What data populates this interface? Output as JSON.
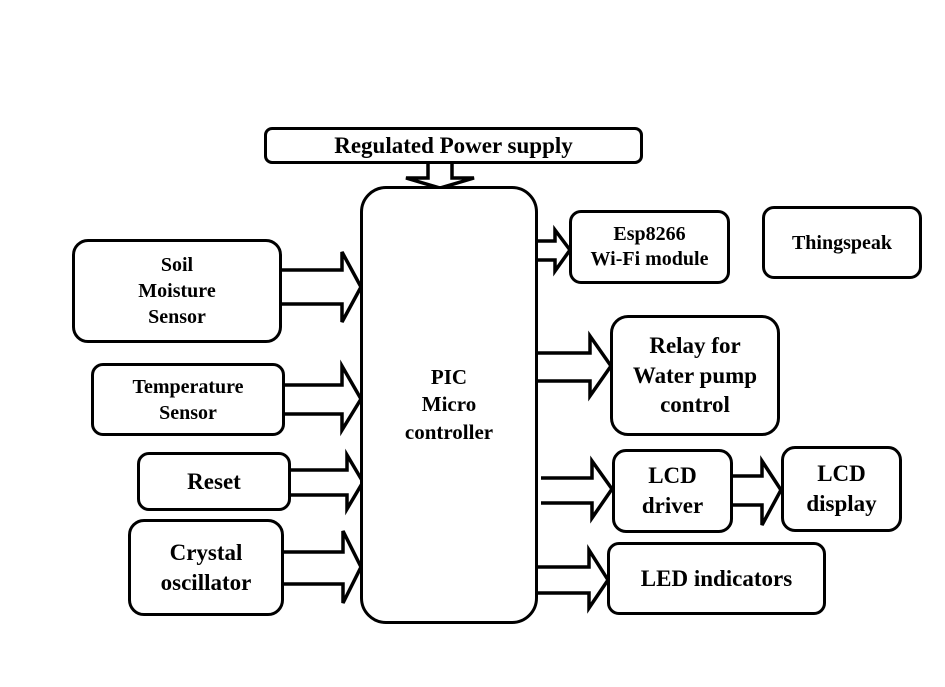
{
  "diagram": {
    "type": "block-diagram",
    "center": {
      "id": "mcu",
      "label": "PIC\nMicro\ncontroller"
    },
    "blocks": {
      "power": {
        "label": "Regulated Power supply"
      },
      "soil": {
        "label": "Soil\nMoisture\nSensor"
      },
      "temp": {
        "label": "Temperature\nSensor"
      },
      "reset": {
        "label": "Reset"
      },
      "crystal": {
        "label": "Crystal\noscillator"
      },
      "esp": {
        "label": "Esp8266\nWi-Fi module"
      },
      "thingspeak": {
        "label": "Thingspeak"
      },
      "relay": {
        "label": "Relay for\nWater pump\ncontrol"
      },
      "lcd_driver": {
        "label": "LCD\ndriver"
      },
      "lcd_display": {
        "label": "LCD\ndisplay"
      },
      "led": {
        "label": "LED indicators"
      }
    },
    "connections": [
      {
        "from": "power",
        "to": "mcu",
        "style": "block-arrow"
      },
      {
        "from": "soil",
        "to": "mcu",
        "style": "block-arrow"
      },
      {
        "from": "temp",
        "to": "mcu",
        "style": "block-arrow"
      },
      {
        "from": "reset",
        "to": "mcu",
        "style": "block-arrow"
      },
      {
        "from": "crystal",
        "to": "mcu",
        "style": "block-arrow"
      },
      {
        "from": "mcu",
        "to": "esp",
        "style": "block-arrow"
      },
      {
        "from": "mcu",
        "to": "relay",
        "style": "block-arrow"
      },
      {
        "from": "mcu",
        "to": "lcd_driver",
        "style": "block-arrow"
      },
      {
        "from": "lcd_driver",
        "to": "lcd_display",
        "style": "block-arrow"
      },
      {
        "from": "mcu",
        "to": "led",
        "style": "block-arrow"
      }
    ]
  }
}
